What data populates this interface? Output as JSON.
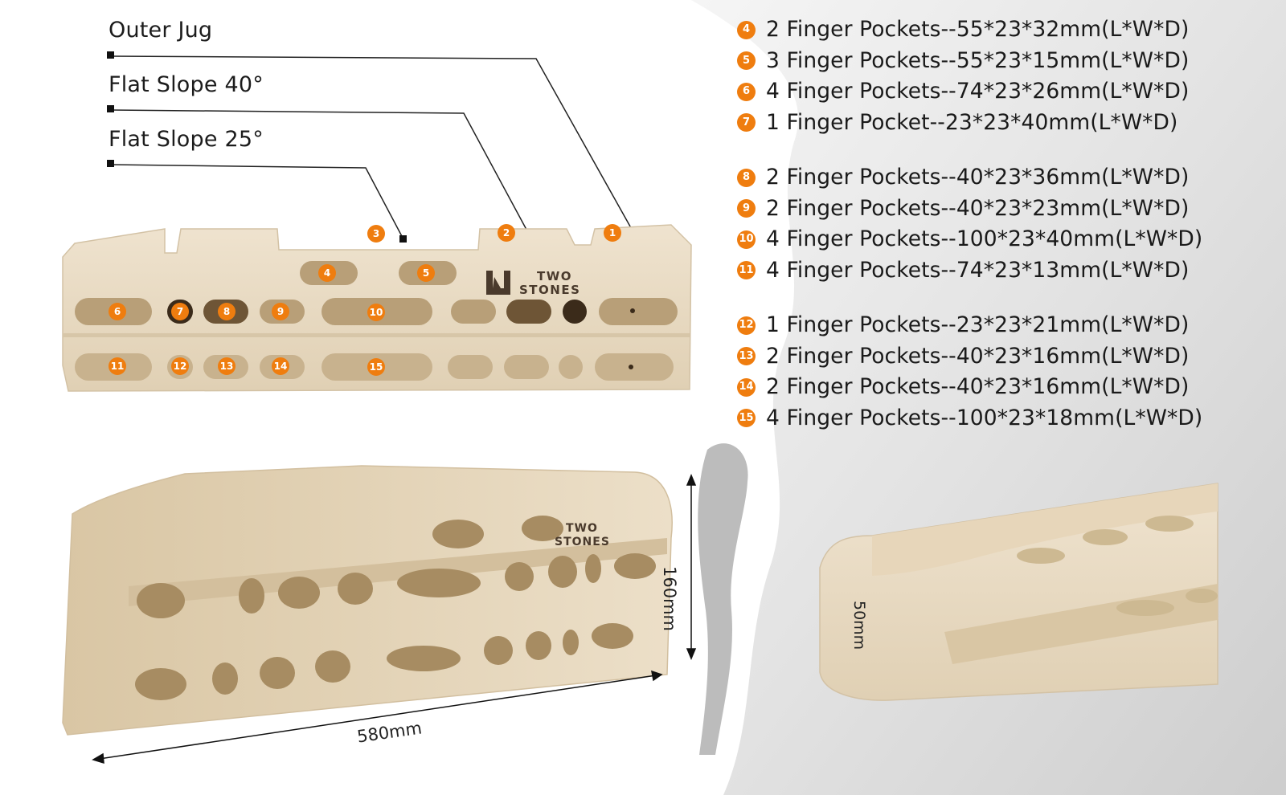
{
  "callouts": {
    "outer_jug": "Outer Jug",
    "flat_slope_40": "Flat Slope 40°",
    "flat_slope_25": "Flat Slope 25°"
  },
  "markers": {
    "top_slopes": [
      "1",
      "2",
      "3"
    ],
    "upper_pockets": [
      "4",
      "5"
    ],
    "middle_row": [
      "6",
      "7",
      "8",
      "9",
      "10"
    ],
    "bottom_row": [
      "11",
      "12",
      "13",
      "14",
      "15"
    ]
  },
  "logo": {
    "line1": "TWO",
    "line2": "STONES"
  },
  "specs": [
    {
      "num": "4",
      "text": "2 Finger Pockets--55*23*32mm(L*W*D)"
    },
    {
      "num": "5",
      "text": "3 Finger Pockets--55*23*15mm(L*W*D)"
    },
    {
      "num": "6",
      "text": "4 Finger Pockets--74*23*26mm(L*W*D)"
    },
    {
      "num": "7",
      "text": "1 Finger Pocket--23*23*40mm(L*W*D)"
    },
    {
      "num": "8",
      "text": "2 Finger Pockets--40*23*36mm(L*W*D)"
    },
    {
      "num": "9",
      "text": "2 Finger Pockets--40*23*23mm(L*W*D)"
    },
    {
      "num": "10",
      "text": "4 Finger Pockets--100*23*40mm(L*W*D)"
    },
    {
      "num": "11",
      "text": "4 Finger Pockets--74*23*13mm(L*W*D)"
    },
    {
      "num": "12",
      "text": "1 Finger Pockets--23*23*21mm(L*W*D)"
    },
    {
      "num": "13",
      "text": "2 Finger Pockets--40*23*16mm(L*W*D)"
    },
    {
      "num": "14",
      "text": "2 Finger Pockets--40*23*16mm(L*W*D)"
    },
    {
      "num": "15",
      "text": "4 Finger Pockets--100*23*18mm(L*W*D)"
    }
  ],
  "dimensions": {
    "height": "160mm",
    "length": "580mm",
    "depth": "50mm"
  },
  "colors": {
    "badge": "#ef7d0f",
    "wood": "#e9dcc6",
    "wood_shadow": "#cdbb9c",
    "pocket": "#b89f78",
    "logo": "#4a3a2c"
  }
}
